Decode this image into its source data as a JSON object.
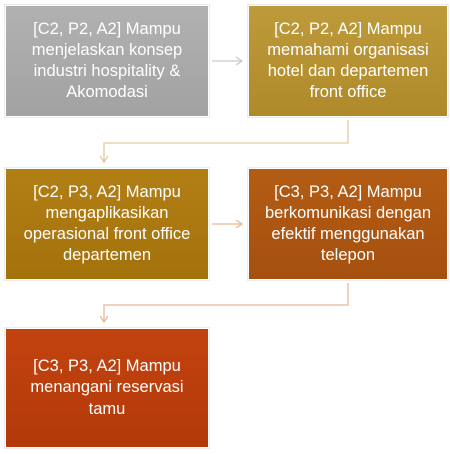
{
  "boxes": [
    {
      "id": "b1",
      "text": "[C2, P2, A2] Mampu menjelaskan konsep industri hospitality & Akomodasi",
      "color": "#a9a9a9"
    },
    {
      "id": "b2",
      "text": "[C2, P2, A2] Mampu memahami organisasi hotel dan departemen front office",
      "color": "#b8942f"
    },
    {
      "id": "b3",
      "text": "[C2, P3, A2] Mampu mengaplikasikan operasional front office departemen",
      "color": "#ac7a10"
    },
    {
      "id": "b4",
      "text": "[C3, P3, A2] Mampu berkomunikasi dengan efektif menggunakan telepon",
      "color": "#ad5612"
    },
    {
      "id": "b5",
      "text": "[C3, P3, A2] Mampu menangani reservasi tamu",
      "color": "#bb3e0c"
    }
  ],
  "connector_colors": {
    "gray": "#c9c9c9",
    "tan": "#e3c9a0",
    "orange": "#e8b896"
  }
}
